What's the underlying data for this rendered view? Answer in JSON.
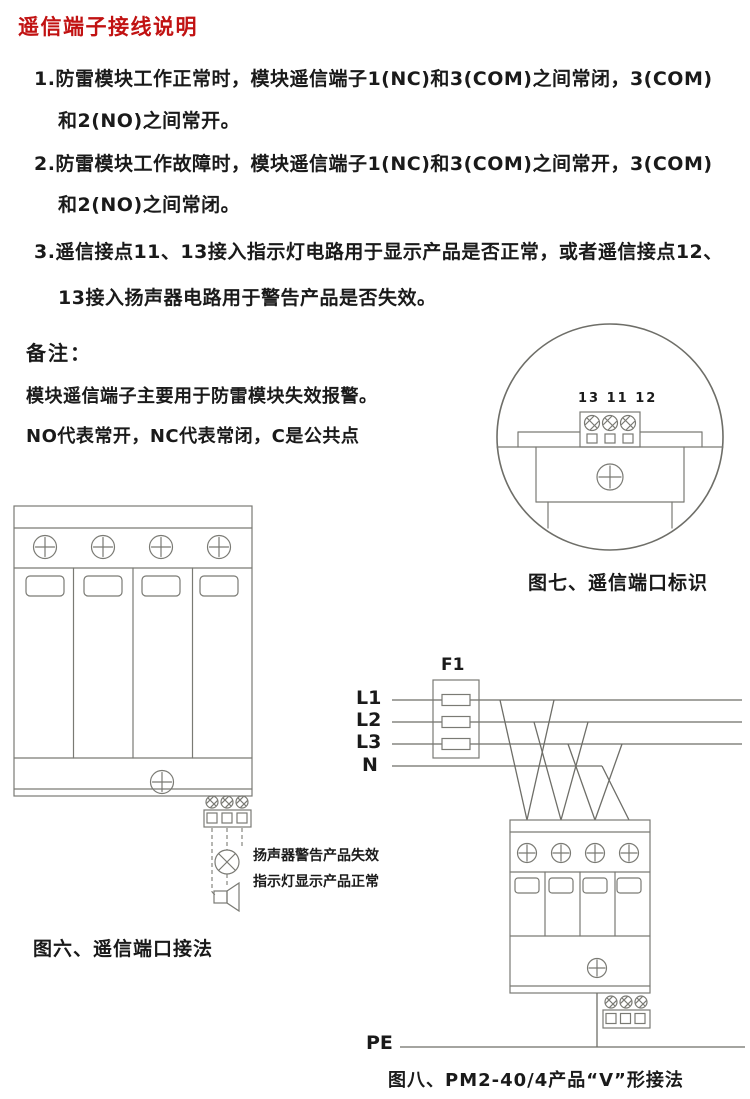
{
  "page": {
    "title": "遥信端子接线说明"
  },
  "instructions": {
    "item1_line1": "1.防雷模块工作正常时，模块遥信端子1(NC)和3(COM)之间常闭，3(COM)",
    "item1_line2": "和2(NO)之间常开。",
    "item2_line1": "2.防雷模块工作故障时，模块遥信端子1(NC)和3(COM)之间常开，3(COM)",
    "item2_line2": "和2(NO)之间常闭。",
    "item3_line1": "3.遥信接点11、13接入指示灯电路用于显示产品是否正常，或者遥信接点12、",
    "item3_line2": "13接入扬声器电路用于警告产品是否失效。"
  },
  "notes": {
    "heading": "备注：",
    "line1": "模块遥信端子主要用于防雷模块失效报警。",
    "line2": "NO代表常开，NC代表常闭，C是公共点"
  },
  "figure7": {
    "terminal_labels": "13 11 12",
    "caption": "图七、遥信端口标识"
  },
  "figure6": {
    "annotation_speaker": "扬声器警告产品失效",
    "annotation_lamp": "指示灯显示产品正常",
    "caption": "图六、遥信端口接法"
  },
  "figure8": {
    "fuse_label": "F1",
    "line_labels": {
      "l1": "L1",
      "l2": "L2",
      "l3": "L3",
      "n": "N"
    },
    "pe_label": "PE",
    "caption": "图八、PM2-40/4产品“V”形接法"
  },
  "colors": {
    "title_red": "#c11212",
    "drawing_line": "#7a7a74",
    "text": "#1a1a1a"
  }
}
